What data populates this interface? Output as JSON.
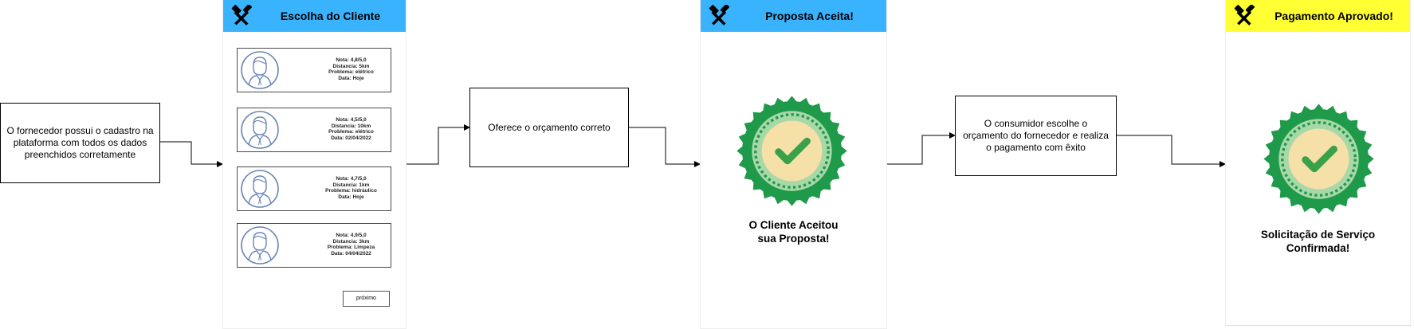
{
  "flow": {
    "step1_text": "O fornecedor possui o cadastro na plataforma com todos os dados preenchidos corretamente",
    "step2_text": "Oferece o orçamento correto",
    "step3_text": "O consumidor escolhe o orçamento do fornecedor e realiza o pagamento com êxito"
  },
  "screen_choice": {
    "title": "Escolha do Cliente",
    "header_color": "#3ab3ff",
    "icon": "tools-icon",
    "cards": [
      {
        "line1": "Nota: 4,8/5,0",
        "line2": "Distancia: 5km",
        "line3": "Problema: elétrico",
        "line4": "Data: Hoje"
      },
      {
        "line1": "Nota: 4,5/5,0",
        "line2": "Distancia: 10km",
        "line3": "Problema: elétrico",
        "line4": "Data: 02/04/2022"
      },
      {
        "line1": "Nota: 4,7/5,0",
        "line2": "Distancia: 1km",
        "line3": "Problema: hidráulico",
        "line4": "Data: Hoje"
      },
      {
        "line1": "Nota: 4,9/5,0",
        "line2": "Distancia: 3km",
        "line3": "Problema: Limpeza",
        "line4": "Data: 04/04/2022"
      }
    ],
    "next_label": "próximo"
  },
  "screen_accepted": {
    "title": "Proposta Aceita!",
    "header_color": "#3ab3ff",
    "icon": "tools-icon",
    "badge": "checkmark-badge-icon",
    "caption_line1": "O Cliente Aceitou",
    "caption_line2": "sua Proposta!"
  },
  "screen_payment": {
    "title": "Pagamento Aprovado!",
    "header_color": "#ffff33",
    "icon": "tools-icon",
    "badge": "checkmark-badge-icon",
    "caption_line1": "Solicitação de Serviço",
    "caption_line2": "Confirmada!"
  },
  "colors": {
    "badge_outer": "#1e9a4a",
    "badge_inner": "#a8d8a8",
    "badge_center": "#f5e0a8",
    "check": "#3aa14a"
  }
}
